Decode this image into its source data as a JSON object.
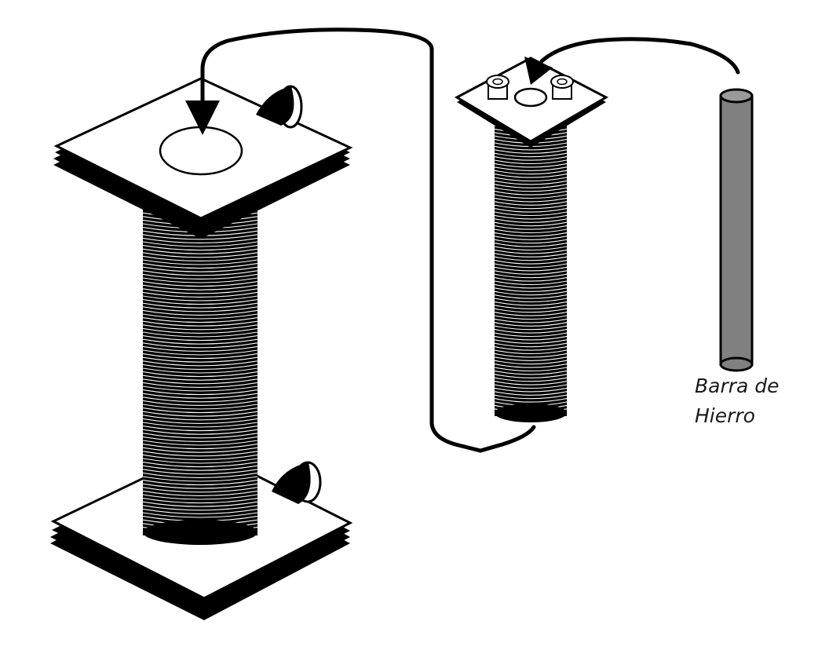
{
  "labels": {
    "iron_bar_line1": "Barra de",
    "iron_bar_line2": "Hierro"
  },
  "colors": {
    "ink": "#000000",
    "paper": "#ffffff",
    "iron_bar": "#808080"
  },
  "components": [
    "large-coil",
    "small-coil",
    "iron-bar",
    "connecting-wire"
  ]
}
